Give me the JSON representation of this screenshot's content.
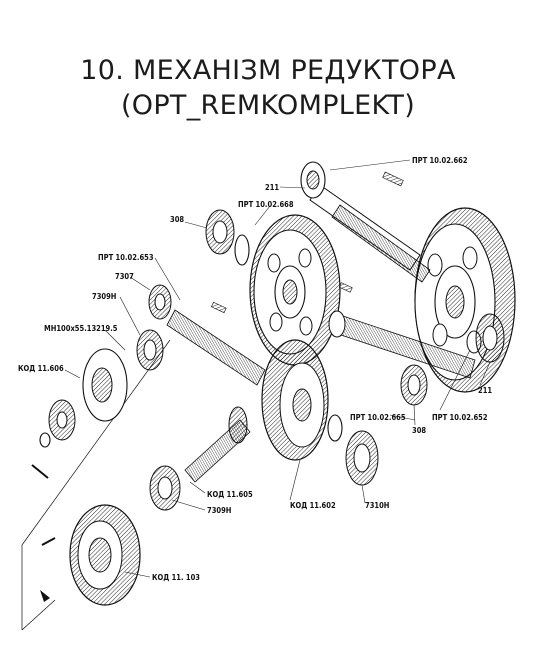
{
  "title": {
    "line1": "10. МЕХАНІЗМ РЕДУКТОРА",
    "line2": "(OPT_REMKOMPLEKT)"
  },
  "labels": {
    "prt_10_02_662": "ПРТ 10.02.662",
    "n211_top": "211",
    "prt_10_02_668": "ПРТ 10.02.668",
    "n308_left": "308",
    "prt_10_02_653": "ПРТ 10.02.653",
    "n7307": "7307",
    "n7309h_top": "7309Н",
    "mh100": "МН100х55.13219.5",
    "kod_11_606": "КОД 11.606",
    "n211_right": "211",
    "prt_10_02_665": "ПРТ 10.02.665",
    "prt_10_02_652": "ПРТ 10.02.652",
    "n308_right": "308",
    "kod_11_605": "КОД 11.605",
    "n7309h_bottom": "7309Н",
    "kod_11_602": "КОД 11.602",
    "n7310h": "7310Н",
    "kod_11_103": "КОД 11. 103"
  }
}
